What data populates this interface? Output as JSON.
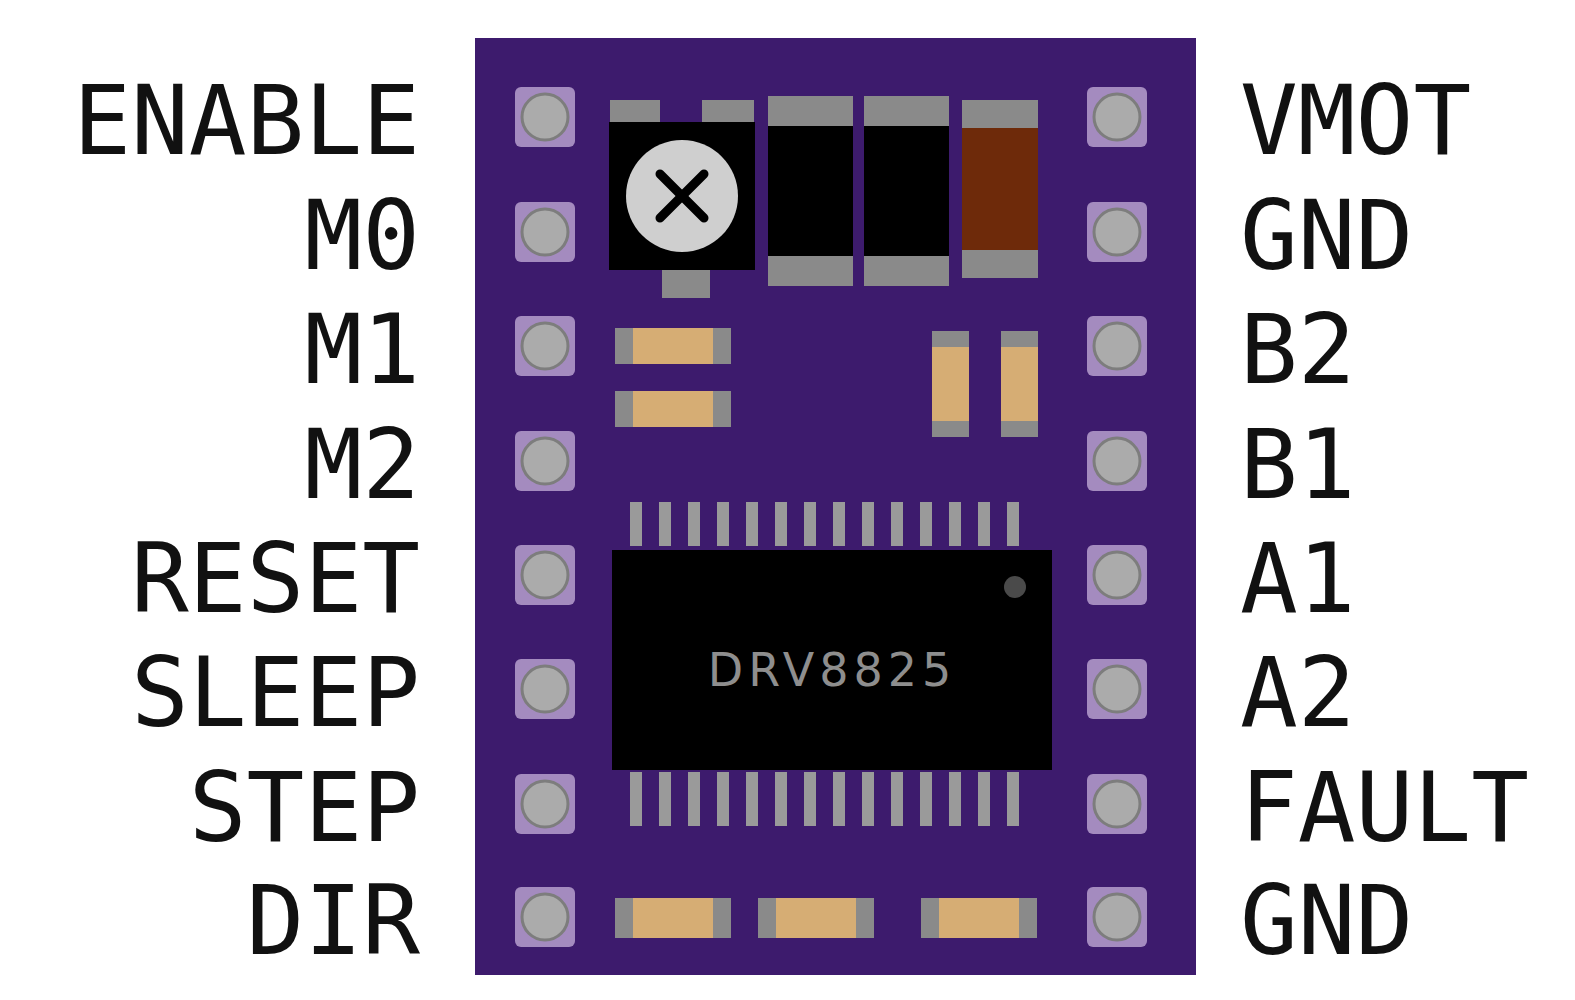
{
  "diagram": {
    "nodes": [
      {
        "text": [
          "DRV8825"
        ]
      }
    ],
    "labels": [
      "ENABLE",
      "M0",
      "M1",
      "M2",
      "RESET",
      "SLEEP",
      "STEP",
      "DIR",
      "VMOT",
      "GND",
      "B2",
      "B1",
      "A1",
      "A2",
      "FAULT",
      "GND"
    ]
  }
}
